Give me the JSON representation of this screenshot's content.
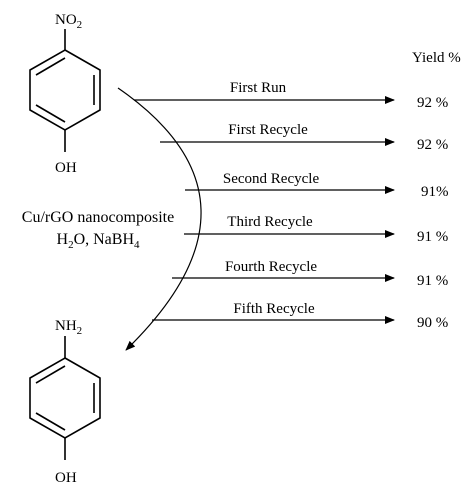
{
  "header": {
    "yield_label": "Yield %"
  },
  "reactant": {
    "substituent_top": "NO",
    "substituent_top_sub": "2",
    "substituent_bottom": "OH"
  },
  "product": {
    "substituent_top": "NH",
    "substituent_top_sub": "2",
    "substituent_bottom": "OH"
  },
  "conditions": {
    "line1": "Cu/rGO nanocomposite",
    "line2_a": "H",
    "line2_a_sub": "2",
    "line2_b": "O, NaBH",
    "line2_b_sub": "4"
  },
  "runs": [
    {
      "label": "First Run",
      "yield": "92 %"
    },
    {
      "label": "First Recycle",
      "yield": "92 %"
    },
    {
      "label": "Second Recycle",
      "yield": "91%"
    },
    {
      "label": "Third Recycle",
      "yield": "91 %"
    },
    {
      "label": "Fourth Recycle",
      "yield": "91 %"
    },
    {
      "label": "Fifth Recycle",
      "yield": "90 %"
    }
  ]
}
